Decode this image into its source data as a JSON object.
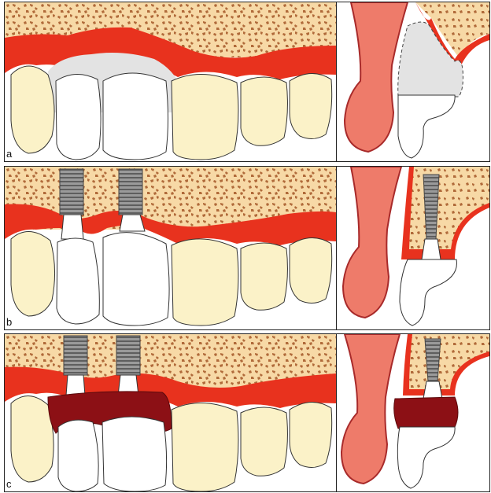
{
  "panels": [
    {
      "label": "a"
    },
    {
      "label": "b"
    },
    {
      "label": "c"
    }
  ],
  "colors": {
    "bone": "#f7d9a6",
    "bone_speckle": "#b06a3a",
    "gingiva": "#e8321e",
    "gingiva_light": "#f0826b",
    "lip": "#ee7b6a",
    "lip_outline": "#a82a2a",
    "tooth": "#fbf2c8",
    "tooth_white": "#ffffff",
    "graft_defect": "#e3e3e3",
    "prosthetic_gingiva": "#8c1015",
    "implant_metal": "#8a8a8a"
  }
}
